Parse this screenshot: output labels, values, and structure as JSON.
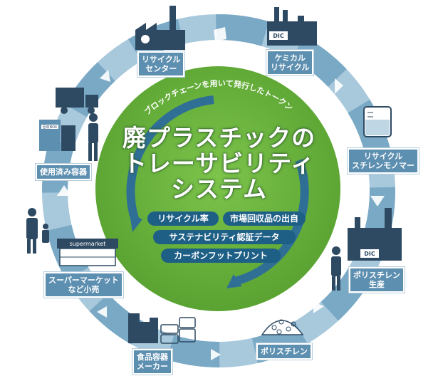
{
  "title": {
    "line1": "廃プラスチックの",
    "line2": "トレーサビリティ",
    "line3": "システム"
  },
  "arc_text": "ブロックチェーンを用いて発行したトークン",
  "data_items": [
    "リサイクル率",
    "市場回収品の出自",
    "サステナビリティ認証データ",
    "カーボンフットプリント"
  ],
  "nodes": {
    "recycle_center": "リサイクル\nセンター",
    "chemical_recycle": "ケミカル\nリサイクル",
    "recycle_styrene_monomer": "リサイクル\nスチレンモノマー",
    "polystyrene_production": "ポリスチレン\n生産",
    "polystyrene": "ポリスチレン",
    "food_container_maker": "食品容器\nメーカー",
    "retail": "スーパーマーケット\nなど小売",
    "used_containers": "使用済み容器"
  },
  "icon_text": {
    "dic_top": "DIC",
    "dic_right": "DIC",
    "supermarket_sign": "supermarket",
    "collection_box": "回収BOX"
  },
  "colors": {
    "green_disc": "#6db43e",
    "ring": "#8fb8d2",
    "ring_dark": "#5d8fb0",
    "pill": "#1e5f86",
    "inner_arrow": "#2f6f95",
    "icon_dark": "#2e4a63"
  }
}
